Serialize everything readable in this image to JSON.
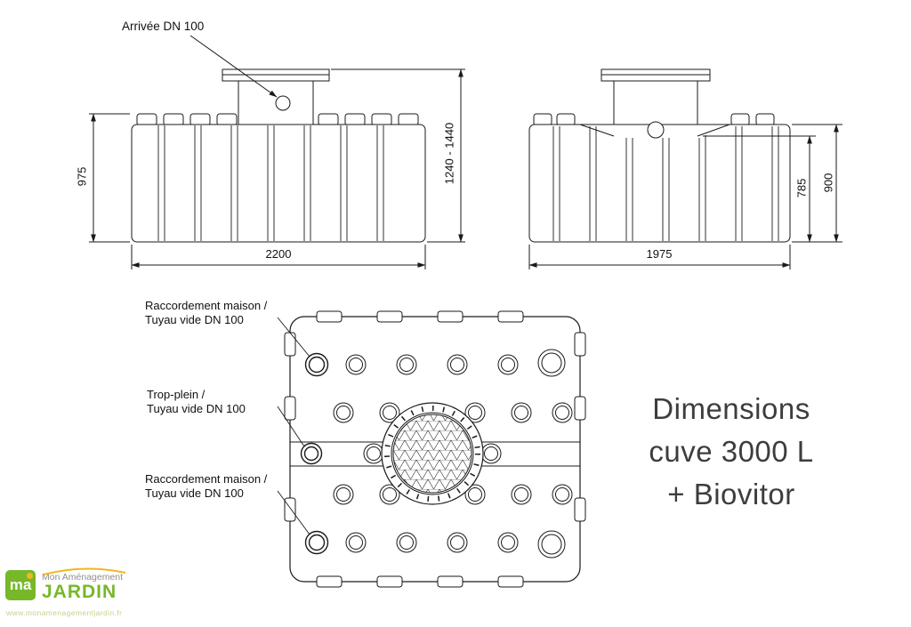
{
  "front_view": {
    "inlet_label": "Arrivée DN 100",
    "dim_body_height": "975",
    "dim_total_height": "1240 - 1440",
    "dim_width": "2200"
  },
  "side_view": {
    "dim_inner_height": "785",
    "dim_body_height": "900",
    "dim_width": "1975"
  },
  "top_view": {
    "label_connection_top_line1": "Raccordement maison /",
    "label_connection_top_line2": "Tuyau vide DN 100",
    "label_overflow_line1": "Trop-plein /",
    "label_overflow_line2": "Tuyau vide DN 100",
    "label_connection_bottom_line1": "Raccordement maison /",
    "label_connection_bottom_line2": "Tuyau vide DN 100"
  },
  "title": {
    "line1": "Dimensions",
    "line2": "cuve 3000 L",
    "line3": "+ Biovitor"
  },
  "logo": {
    "icon_text": "ma",
    "tagline": "Mon Aménagement",
    "brand": "JARDIN",
    "url": "www.monamenagementjardin.fr"
  },
  "colors": {
    "line": "#1a1a1a",
    "title_text": "#3d3d3d",
    "brand_green": "#76b82a",
    "brand_yellow": "#f0b71e"
  }
}
